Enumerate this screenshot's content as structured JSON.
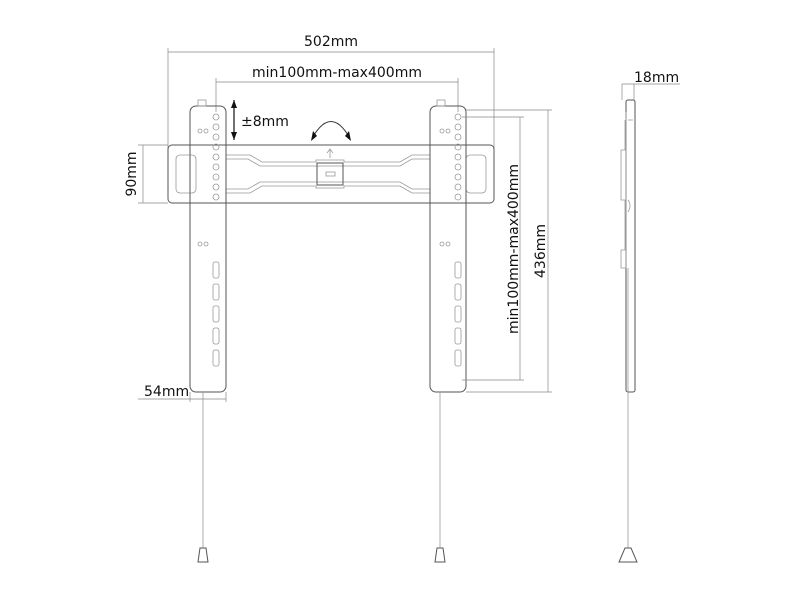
{
  "dimensions": {
    "overall_width": "502mm",
    "horizontal_vesa": "min100mm-max400mm",
    "vertical_adjust": "±8mm",
    "plate_height": "90mm",
    "rail_width": "54mm",
    "vertical_vesa": "min100mm-max400mm",
    "rail_height": "436mm",
    "depth": "18mm"
  }
}
